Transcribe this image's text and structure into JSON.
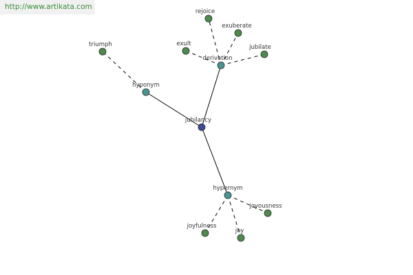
{
  "site": {
    "url": "http://www.artikata.com"
  },
  "colors": {
    "center": "#3a4a94",
    "relation": "#4a9492",
    "word": "#4e8a4e",
    "node_stroke": "#2b2b2b",
    "edge": "#000000"
  },
  "graph": {
    "nodes": [
      {
        "id": "jubilancy",
        "label": "jubilancy",
        "kind": "center"
      },
      {
        "id": "hyponym",
        "label": "hyponym",
        "kind": "relation"
      },
      {
        "id": "derivation",
        "label": "derivation",
        "kind": "relation"
      },
      {
        "id": "hypernym",
        "label": "hypernym",
        "kind": "relation"
      },
      {
        "id": "triumph",
        "label": "triumph",
        "kind": "word"
      },
      {
        "id": "rejoice",
        "label": "rejoice",
        "kind": "word"
      },
      {
        "id": "exuberate",
        "label": "exuberate",
        "kind": "word"
      },
      {
        "id": "exult",
        "label": "exult",
        "kind": "word"
      },
      {
        "id": "jubilate",
        "label": "jubilate",
        "kind": "word"
      },
      {
        "id": "joyousness",
        "label": "joyousness",
        "kind": "word"
      },
      {
        "id": "joyfulness",
        "label": "joyfulness",
        "kind": "word"
      },
      {
        "id": "joy",
        "label": "joy",
        "kind": "word"
      }
    ],
    "edges": [
      {
        "from": "jubilancy",
        "to": "hyponym",
        "style": "solid"
      },
      {
        "from": "jubilancy",
        "to": "derivation",
        "style": "solid"
      },
      {
        "from": "jubilancy",
        "to": "hypernym",
        "style": "solid"
      },
      {
        "from": "hyponym",
        "to": "triumph",
        "style": "dashed"
      },
      {
        "from": "derivation",
        "to": "rejoice",
        "style": "dashed"
      },
      {
        "from": "derivation",
        "to": "exuberate",
        "style": "dashed"
      },
      {
        "from": "derivation",
        "to": "exult",
        "style": "dashed"
      },
      {
        "from": "derivation",
        "to": "jubilate",
        "style": "dashed"
      },
      {
        "from": "hypernym",
        "to": "joyousness",
        "style": "dashed"
      },
      {
        "from": "hypernym",
        "to": "joyfulness",
        "style": "dashed"
      },
      {
        "from": "hypernym",
        "to": "joy",
        "style": "dashed"
      }
    ]
  }
}
